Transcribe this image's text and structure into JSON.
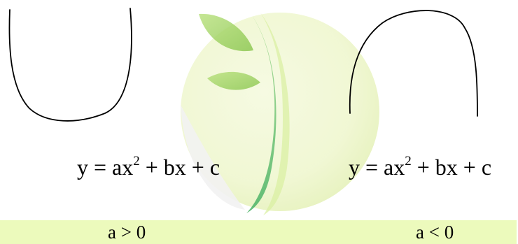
{
  "colors": {
    "curve": "#000000",
    "condition_bar": "#ecfabc",
    "logo_disc": "#eef6cf",
    "logo_leaf": "#8cc84b",
    "logo_swoosh": "#5fbf63"
  },
  "icons": {
    "logo": "leaf-logo-watermark"
  },
  "left_panel": {
    "curve": "upward-opening-parabola",
    "formula": {
      "prefix": "y = ax",
      "exponent": "2",
      "suffix": " + bx + c"
    },
    "condition": "a > 0"
  },
  "right_panel": {
    "curve": "downward-opening-parabola",
    "formula": {
      "prefix": "y = ax",
      "exponent": "2",
      "suffix": " + bx + c"
    },
    "condition": "a < 0"
  }
}
